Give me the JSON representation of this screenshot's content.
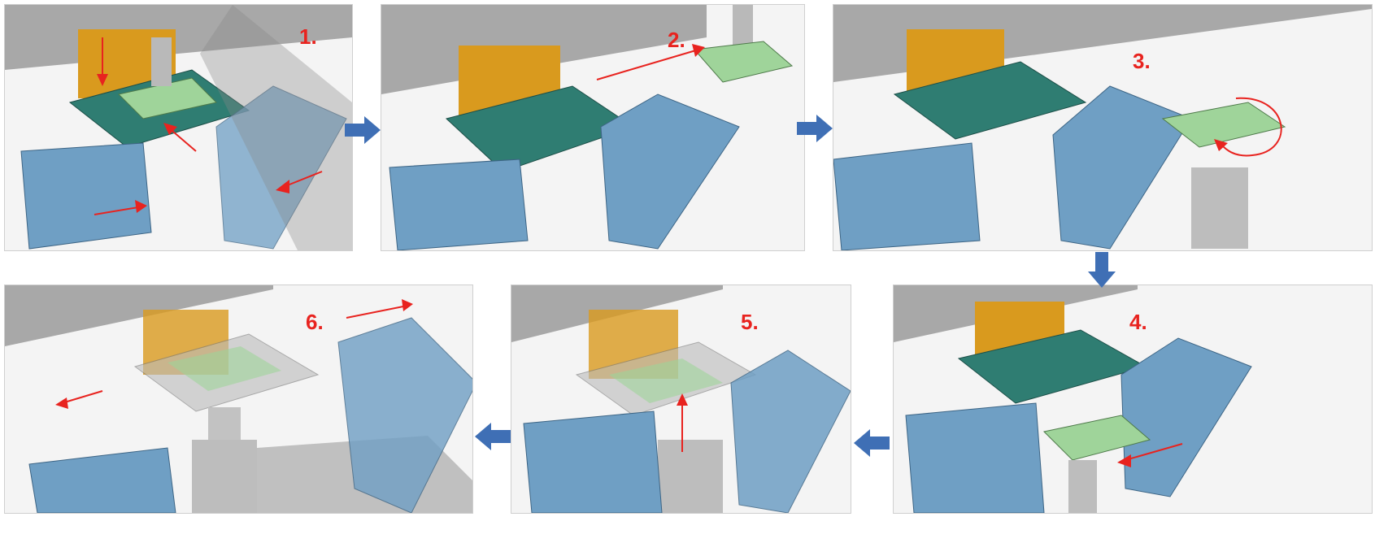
{
  "steps": [
    {
      "label": "1."
    },
    {
      "label": "2."
    },
    {
      "label": "3."
    },
    {
      "label": "4."
    },
    {
      "label": "5."
    },
    {
      "label": "6."
    }
  ],
  "colors": {
    "step_label": "#e8231f",
    "flow_arrow": "#3f6fb5",
    "film": "#d99a1e",
    "plate": "#2f7d72",
    "fixture": "#6f9fc4",
    "gripper": "#9fd49a",
    "rail": "#9a9a9a"
  }
}
